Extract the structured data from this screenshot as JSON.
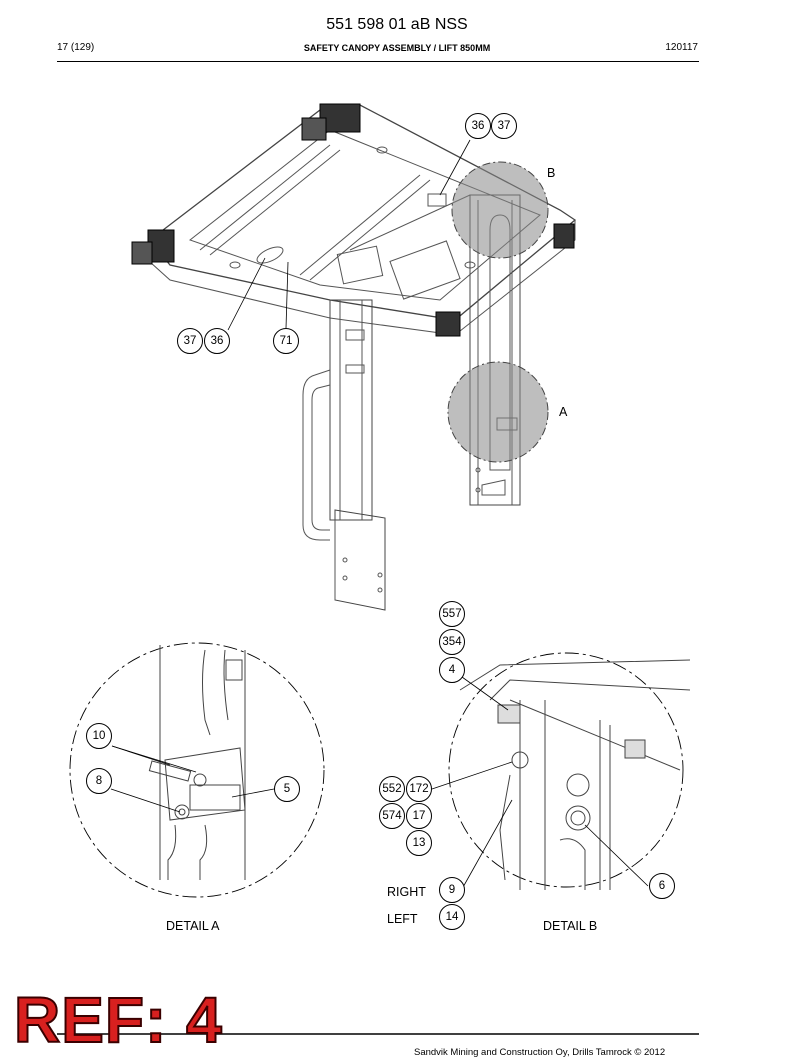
{
  "header": {
    "doc_number": "551 598 01 aB NSS",
    "page": "17 (129)",
    "title": "SAFETY CANOPY ASSEMBLY / LIFT 850MM",
    "date": "120117"
  },
  "drawing": {
    "main_balloons": [
      "36",
      "37",
      "37",
      "36",
      "71"
    ],
    "detail_markers": [
      "A",
      "B"
    ]
  },
  "detail_a": {
    "caption": "DETAIL A",
    "balloons": [
      "10",
      "8",
      "5"
    ]
  },
  "detail_b": {
    "caption": "DETAIL B",
    "balloons": [
      "557",
      "354",
      "4",
      "552",
      "172",
      "574",
      "17",
      "13",
      "9",
      "14",
      "6"
    ],
    "right_label": "RIGHT",
    "left_label": "LEFT"
  },
  "stamp": {
    "text": "REF: 4"
  },
  "footer": {
    "text": "Sandvik Mining and Construction Oy, Drills Tamrock © 2012"
  }
}
